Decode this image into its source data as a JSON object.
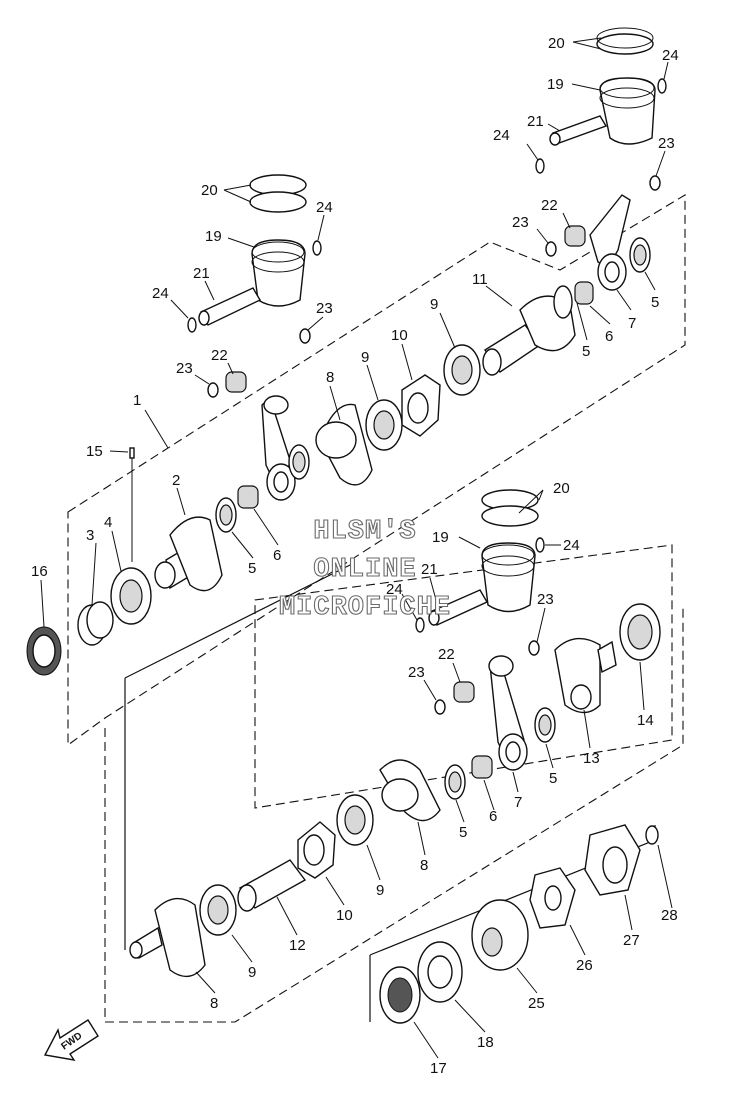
{
  "watermark": {
    "line1": "HLSM'S",
    "line2": "ONLINE",
    "line3": "MICROFICHE"
  },
  "direction_label": "FWD",
  "callouts": [
    {
      "id": "c20a",
      "text": "20"
    },
    {
      "id": "c24a",
      "text": "24"
    },
    {
      "id": "c19a",
      "text": "19"
    },
    {
      "id": "c21a",
      "text": "21"
    },
    {
      "id": "c24b",
      "text": "24"
    },
    {
      "id": "c23a",
      "text": "23"
    },
    {
      "id": "c22a",
      "text": "22"
    },
    {
      "id": "c23b",
      "text": "23"
    },
    {
      "id": "c11",
      "text": "11"
    },
    {
      "id": "c9a",
      "text": "9"
    },
    {
      "id": "c5a",
      "text": "5"
    },
    {
      "id": "c6a",
      "text": "6"
    },
    {
      "id": "c7a",
      "text": "7"
    },
    {
      "id": "c5b",
      "text": "5"
    },
    {
      "id": "c20b",
      "text": "20"
    },
    {
      "id": "c24c",
      "text": "24"
    },
    {
      "id": "c19b",
      "text": "19"
    },
    {
      "id": "c21b",
      "text": "21"
    },
    {
      "id": "c24d",
      "text": "24"
    },
    {
      "id": "c23c",
      "text": "23"
    },
    {
      "id": "c22b",
      "text": "22"
    },
    {
      "id": "c23d",
      "text": "23"
    },
    {
      "id": "c10a",
      "text": "10"
    },
    {
      "id": "c9b",
      "text": "9"
    },
    {
      "id": "c8a",
      "text": "8"
    },
    {
      "id": "c1",
      "text": "1"
    },
    {
      "id": "c15",
      "text": "15"
    },
    {
      "id": "c2",
      "text": "2"
    },
    {
      "id": "c3",
      "text": "3"
    },
    {
      "id": "c4",
      "text": "4"
    },
    {
      "id": "c5c",
      "text": "5"
    },
    {
      "id": "c6b",
      "text": "6"
    },
    {
      "id": "c16",
      "text": "16"
    },
    {
      "id": "c20c",
      "text": "20"
    },
    {
      "id": "c24e",
      "text": "24"
    },
    {
      "id": "c19c",
      "text": "19"
    },
    {
      "id": "c21c",
      "text": "21"
    },
    {
      "id": "c24f",
      "text": "24"
    },
    {
      "id": "c23e",
      "text": "23"
    },
    {
      "id": "c22c",
      "text": "22"
    },
    {
      "id": "c23f",
      "text": "23"
    },
    {
      "id": "c14",
      "text": "14"
    },
    {
      "id": "c13",
      "text": "13"
    },
    {
      "id": "c5d",
      "text": "5"
    },
    {
      "id": "c7b",
      "text": "7"
    },
    {
      "id": "c6c",
      "text": "6"
    },
    {
      "id": "c5e",
      "text": "5"
    },
    {
      "id": "c8b",
      "text": "8"
    },
    {
      "id": "c9c",
      "text": "9"
    },
    {
      "id": "c10b",
      "text": "10"
    },
    {
      "id": "c12",
      "text": "12"
    },
    {
      "id": "c9d",
      "text": "9"
    },
    {
      "id": "c8c",
      "text": "8"
    },
    {
      "id": "c28",
      "text": "28"
    },
    {
      "id": "c27",
      "text": "27"
    },
    {
      "id": "c26",
      "text": "26"
    },
    {
      "id": "c25",
      "text": "25"
    },
    {
      "id": "c18",
      "text": "18"
    },
    {
      "id": "c17",
      "text": "17"
    }
  ]
}
